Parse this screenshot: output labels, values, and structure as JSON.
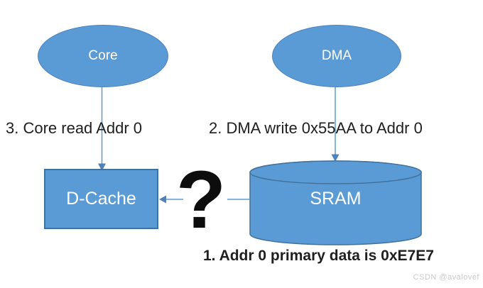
{
  "nodes": {
    "core": {
      "label": "Core",
      "shape": "ellipse"
    },
    "dma": {
      "label": "DMA",
      "shape": "ellipse"
    },
    "dcache": {
      "label": "D-Cache",
      "shape": "rectangle"
    },
    "sram": {
      "label": "SRAM",
      "shape": "cylinder"
    }
  },
  "edges": [
    {
      "from": "core",
      "to": "dcache",
      "style": "arrow-down"
    },
    {
      "from": "dma",
      "to": "sram",
      "style": "arrow-down"
    },
    {
      "from": "sram",
      "to": "dcache",
      "style": "arrow-left-interrupted-by-question-mark"
    }
  ],
  "annotations": {
    "step_3": "3. Core read Addr 0",
    "step_2": "2. DMA write 0x55AA to Addr 0",
    "step_1": "1. Addr 0 primary data is 0xE7E7",
    "question_mark": "?"
  },
  "watermark": "CSDN @avalovef",
  "colors": {
    "shape_fill": "#5b9bd5",
    "shape_border": "#41719c",
    "shape_border_light": "#4a80c0",
    "shape_label": "#ffffff",
    "connector": "#5b9bd5",
    "arrowhead": "#4f81bd",
    "text": "#1f1f1f",
    "question": "#0d0d0d",
    "watermark": "#c9c9c9"
  }
}
